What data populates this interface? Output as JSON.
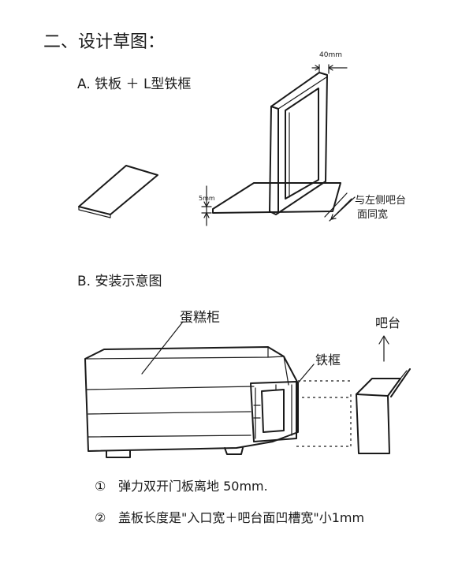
{
  "title": "二、设计草图：",
  "section_a": {
    "heading": "A. 铁板 ＋ L型铁框",
    "dim_top": "40mm",
    "dim_side": "5mm",
    "note_line1": "与左侧吧台",
    "note_line2": "面同宽"
  },
  "section_b": {
    "heading": "B. 安装示意图",
    "label_cabinet": "蛋糕柜",
    "label_frame": "铁框",
    "label_bar": "吧台"
  },
  "notes": [
    {
      "num": "①",
      "text": "弹力双开门板离地 50mm."
    },
    {
      "num": "②",
      "text": "盖板长度是\"入口宽＋吧台面凹槽宽\"小1mm"
    }
  ]
}
